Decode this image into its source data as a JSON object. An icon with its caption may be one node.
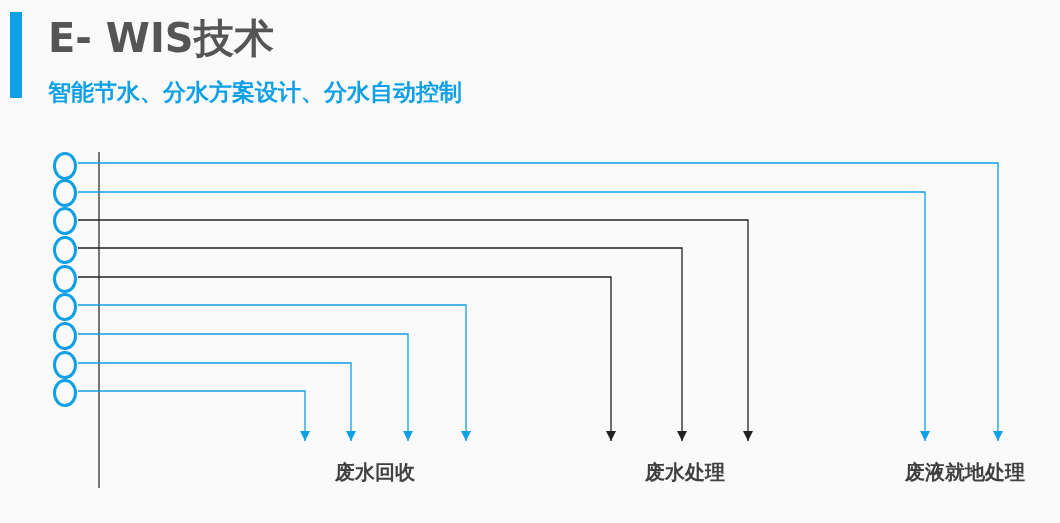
{
  "diagram": {
    "title": "E- WIS技术",
    "nodes": [
      {
        "text": [],
        "shape": "circle"
      },
      {
        "text": [],
        "shape": "circle"
      },
      {
        "text": [],
        "shape": "circle"
      },
      {
        "text": [],
        "shape": "circle"
      },
      {
        "text": [],
        "shape": "circle"
      },
      {
        "text": [],
        "shape": "circle"
      },
      {
        "text": [],
        "shape": "circle"
      },
      {
        "text": [],
        "shape": "circle"
      },
      {
        "text": [],
        "shape": "circle"
      }
    ],
    "edges": [
      {
        "from": 0,
        "to": null,
        "arrow": "to"
      },
      {
        "from": 1,
        "to": null,
        "arrow": "to"
      },
      {
        "from": 2,
        "to": null,
        "arrow": "to",
        "color": "#222222"
      },
      {
        "from": 3,
        "to": null,
        "arrow": "to",
        "color": "#222222"
      },
      {
        "from": 4,
        "to": null,
        "arrow": "to",
        "color": "#222222"
      },
      {
        "from": 5,
        "to": null,
        "arrow": "to"
      },
      {
        "from": 6,
        "to": null,
        "arrow": "to"
      },
      {
        "from": 7,
        "to": null,
        "arrow": "to"
      },
      {
        "from": 8,
        "to": null,
        "arrow": "to"
      }
    ],
    "labels": [
      "智能节水、分水方案设计、分水自动控制",
      "废水回收",
      "废水处理",
      "废液就地处理"
    ]
  }
}
